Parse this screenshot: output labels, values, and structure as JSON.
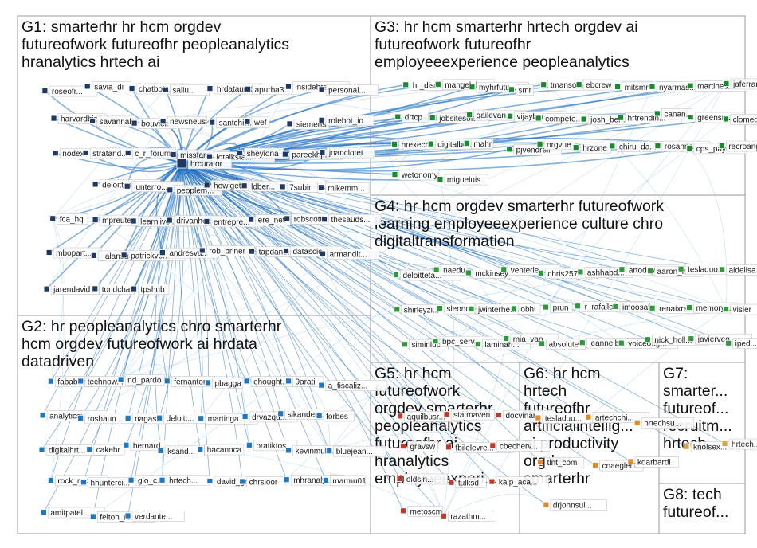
{
  "groups": [
    {
      "id": "g1",
      "lines": [
        "G1: smarterhr hr hcm orgdev",
        "futureofwork futureofhr peopleanalytics",
        "hranalytics hrtech ai"
      ]
    },
    {
      "id": "g2",
      "lines": [
        "G2: hr peopleanalytics chro smarterhr",
        "hcm orgdev futureofwork ai hrdata",
        "datadriven"
      ]
    },
    {
      "id": "g3",
      "lines": [
        "G3: hr hcm smarterhr hrtech orgdev ai",
        "futureofwork futureofhr",
        "employeeexperience peopleanalytics"
      ]
    },
    {
      "id": "g4",
      "lines": [
        "G4: hr hcm orgdev smarterhr futureofwork",
        "learning employeeexperience culture chro",
        "digitaltransformation"
      ]
    },
    {
      "id": "g5",
      "lines": [
        "G5: hr hcm",
        "futureofwork",
        "orgdev smarterhr",
        "peopleanalytics",
        "futureofhr ai",
        "hranalytics",
        "employeeexperi..."
      ]
    },
    {
      "id": "g6",
      "lines": [
        "G6: hr hcm",
        "hrtech",
        "futureofhr",
        "artificialintellig...",
        "ai productivity",
        "orgdev",
        "smarterhr"
      ]
    },
    {
      "id": "g7",
      "lines": [
        "G7:",
        "smarter...",
        "futureof...",
        "recruitm...",
        "hrtech..."
      ]
    },
    {
      "id": "g8",
      "lines": [
        "G8: tech",
        "futureof..."
      ]
    }
  ],
  "hub": "hrcurator",
  "nodes": {
    "g1": [
      "roseofr...",
      "savia_di",
      "chatbota...",
      "sallu...",
      "hrdataunit",
      "apurba3...",
      "insidehre...",
      "personal...",
      "harvardbiz",
      "savannah",
      "bouvierth...",
      "newsneus",
      "santchiw...",
      "wef",
      "siemens",
      "rolebot_io",
      "nodexl",
      "stratand...",
      "c_r_forum",
      "missfara...",
      "jotalkstal...",
      "sheyiona",
      "pareekhj...",
      "joanclotet",
      "hrcurator",
      "deloittein...",
      "iunterro...",
      "peoplem...",
      "howiget...",
      "ldber...",
      "7subir",
      "mikemm...",
      "fca_hq",
      "mpreuter",
      "learnlivel...",
      "drivanhe...",
      "entrepre...",
      "ere_net",
      "robscotti...",
      "thesauds...",
      "mbopart...",
      "_alansull...",
      "patrickve...",
      "andresva...",
      "rob_briner",
      "tapdanth...",
      "datascic...",
      "armandit...",
      "jarendavid",
      "tondcha",
      "tpshub"
    ],
    "g2": [
      "fababurr...",
      "technow...",
      "nd_pardo",
      "fernanton",
      "pbagga",
      "ehought...",
      "9arati",
      "a_fiscaliz...",
      "analyticsi...",
      "roshaun...",
      "nagasa...",
      "deloitt...",
      "martinga...",
      "drvazqu...",
      "sikander...",
      "forbes",
      "digitalhrt...",
      "cakehr",
      "bernard...",
      "ksand...",
      "hacanoca",
      "pratiktos",
      "kevinmul...",
      "bluejean...",
      "rock_rec...",
      "hhunterci...",
      "gio_c...",
      "hrtech...",
      "david_gr...",
      "chrsloor",
      "mhranaly...",
      "marmu01",
      "amitpatel...",
      "felton_ni...",
      "verdante..."
    ],
    "g3": [
      "hr_disru...",
      "mangel_h...",
      "myhrfutu...",
      "smr",
      "tmansom...",
      "ebcrew",
      "mitsmr",
      "nyarmas...",
      "martines...",
      "jaferrar",
      "drtcp",
      "jobsitesoft",
      "gailevan...",
      "vijayban...",
      "compete...",
      "josh_ber...",
      "hrtrendin...",
      "canan1",
      "greensn...",
      "clomedia",
      "hrexecm...",
      "digitalbe...",
      "mahr",
      "pjvendrell",
      "orgvue",
      "hrzone",
      "chiru_da...",
      "rosanna...",
      "cps_payr...",
      "recroang",
      "wetonomy",
      "migueluis"
    ],
    "g4": [
      "deloitteta...",
      "naedu",
      "mckinsey",
      "venterie...",
      "chris257...",
      "ashhabd...",
      "artodayg...",
      "aaron_h...",
      "tesladuo...",
      "aidelisa",
      "shirleyzi...",
      "sleono",
      "jwinterhe...",
      "obhi",
      "prun",
      "r_rafailov...",
      "imoosaf",
      "renaixrec",
      "memory...",
      "visier",
      "siminlub",
      "bpc_serv...",
      "laminah...",
      "mia_van...",
      "absolute",
      "leannelbl...",
      "voiceong...",
      "nick_holl...",
      "javierveg...",
      "iped..."
    ],
    "g5": [
      "aquilbusr...",
      "statmaven",
      "docvinar...",
      "gravsw",
      "fbilelevre...",
      "cbecherv...",
      "oldsin...",
      "tulksd",
      "kalp_aca...",
      "metoscm",
      "razathm..."
    ],
    "g6": [
      "tesladuo...",
      "artechchi...",
      "hrtechsu...",
      "tlnt_com",
      "cnaegler1",
      "kdarbardi",
      "drjohnsul..."
    ],
    "g7": [
      "knolsex...",
      "hrtech..."
    ],
    "g8": []
  },
  "colors": {
    "g1": "#1f3864",
    "g2": "#1f77c0",
    "g3": "#1a8a2e",
    "g4": "#2e9a3a",
    "g5": "#c0392b",
    "g6": "#e08a2a",
    "g7": "#d9a441",
    "g8": "#888888",
    "edge": "#1f6fc0"
  }
}
